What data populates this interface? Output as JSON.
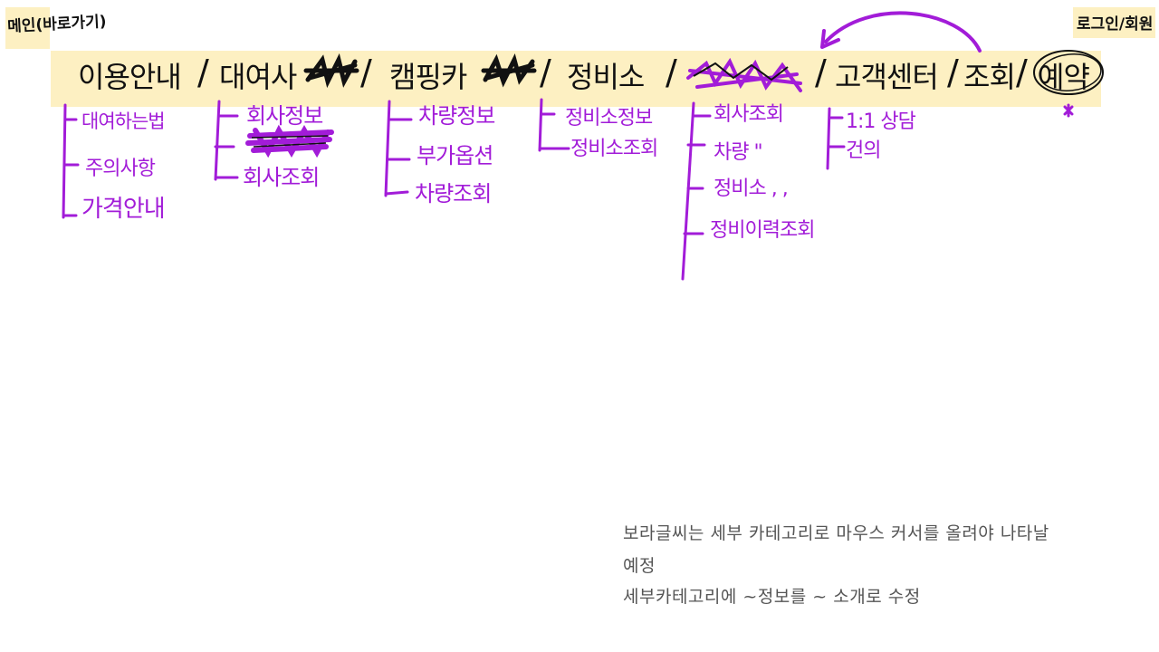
{
  "header": {
    "logo_label": "메인(바로가기)",
    "auth_label": "로그인/회원"
  },
  "nav": {
    "items": [
      {
        "label": "이용안내"
      },
      {
        "label": "대여사"
      },
      {
        "label": "캠핑카"
      },
      {
        "label": "정비소"
      },
      {
        "label": "고객센터"
      },
      {
        "label": "조회"
      },
      {
        "label": "예약"
      }
    ],
    "separator": "/"
  },
  "submenus": {
    "usage": [
      "대여하는법",
      "주의사항",
      "가격안내"
    ],
    "rental": [
      "회사정보",
      "회사조회"
    ],
    "camping": [
      "차량정보",
      "부가옵션",
      "차량조회"
    ],
    "repair": [
      "정비소정보",
      "정비소조회"
    ],
    "lookup": [
      "회사조회",
      "차량 \"",
      "정비소 , ,",
      "정비이력조회"
    ],
    "support": [
      "1:1 상담",
      "건의"
    ]
  },
  "notes": {
    "line1": "보라글씨는 세부 카테고리로 마우스 커서를 올려야 나타날",
    "line2": "예정",
    "line3": "세부카테고리에 ~정보를 ~ 소개로 수정"
  },
  "colors": {
    "highlight": "#fdf0c2",
    "submenu": "#a21cd8",
    "ink": "#111111",
    "note": "#555555"
  }
}
